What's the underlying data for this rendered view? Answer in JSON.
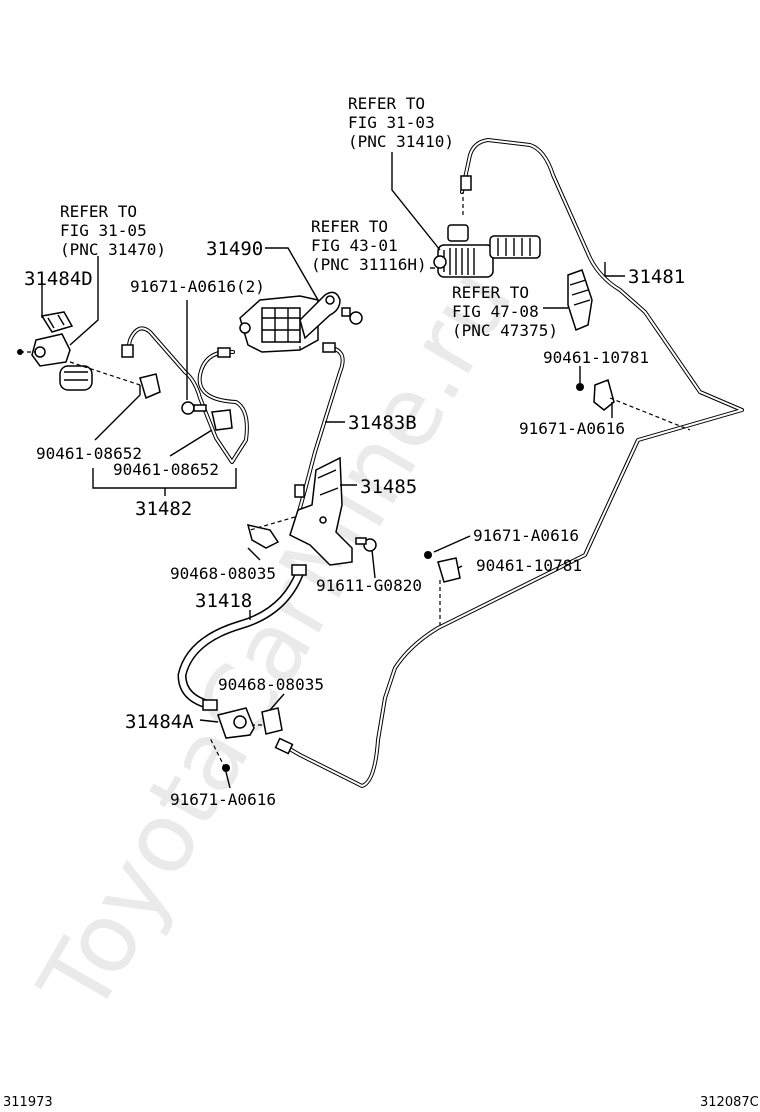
{
  "watermark": "ToyotaCarMine.ru",
  "footer": {
    "left_code": "311973",
    "right_code": "312087C"
  },
  "refer_notes": {
    "fig_31_03": [
      "REFER TO",
      "FIG 31-03",
      "(PNC 31410)"
    ],
    "fig_31_05": [
      "REFER TO",
      "FIG 31-05",
      "(PNC 31470)"
    ],
    "fig_43_01": [
      "REFER TO",
      "FIG 43-01",
      "(PNC 31116H)"
    ],
    "fig_47_08": [
      "REFER TO",
      "FIG 47-08",
      "(PNC 47375)"
    ]
  },
  "part_numbers": {
    "p31484D": "31484D",
    "p31490": "31490",
    "p91671_A0616_2": "91671-A0616(2)",
    "p31481": "31481",
    "p90461_10781_top": "90461-10781",
    "p91671_A0616_right": "91671-A0616",
    "p31483B": "31483B",
    "p90461_08652_a": "90461-08652",
    "p90461_08652_b": "90461-08652",
    "p31485": "31485",
    "p31482": "31482",
    "p91671_A0616_mid": "91671-A0616",
    "p90461_10781_mid": "90461-10781",
    "p90468_08035_a": "90468-08035",
    "p91611_G0820": "91611-G0820",
    "p31418": "31418",
    "p90468_08035_b": "90468-08035",
    "p31484A": "31484A",
    "p91671_A0616_bottom": "91671-A0616"
  }
}
